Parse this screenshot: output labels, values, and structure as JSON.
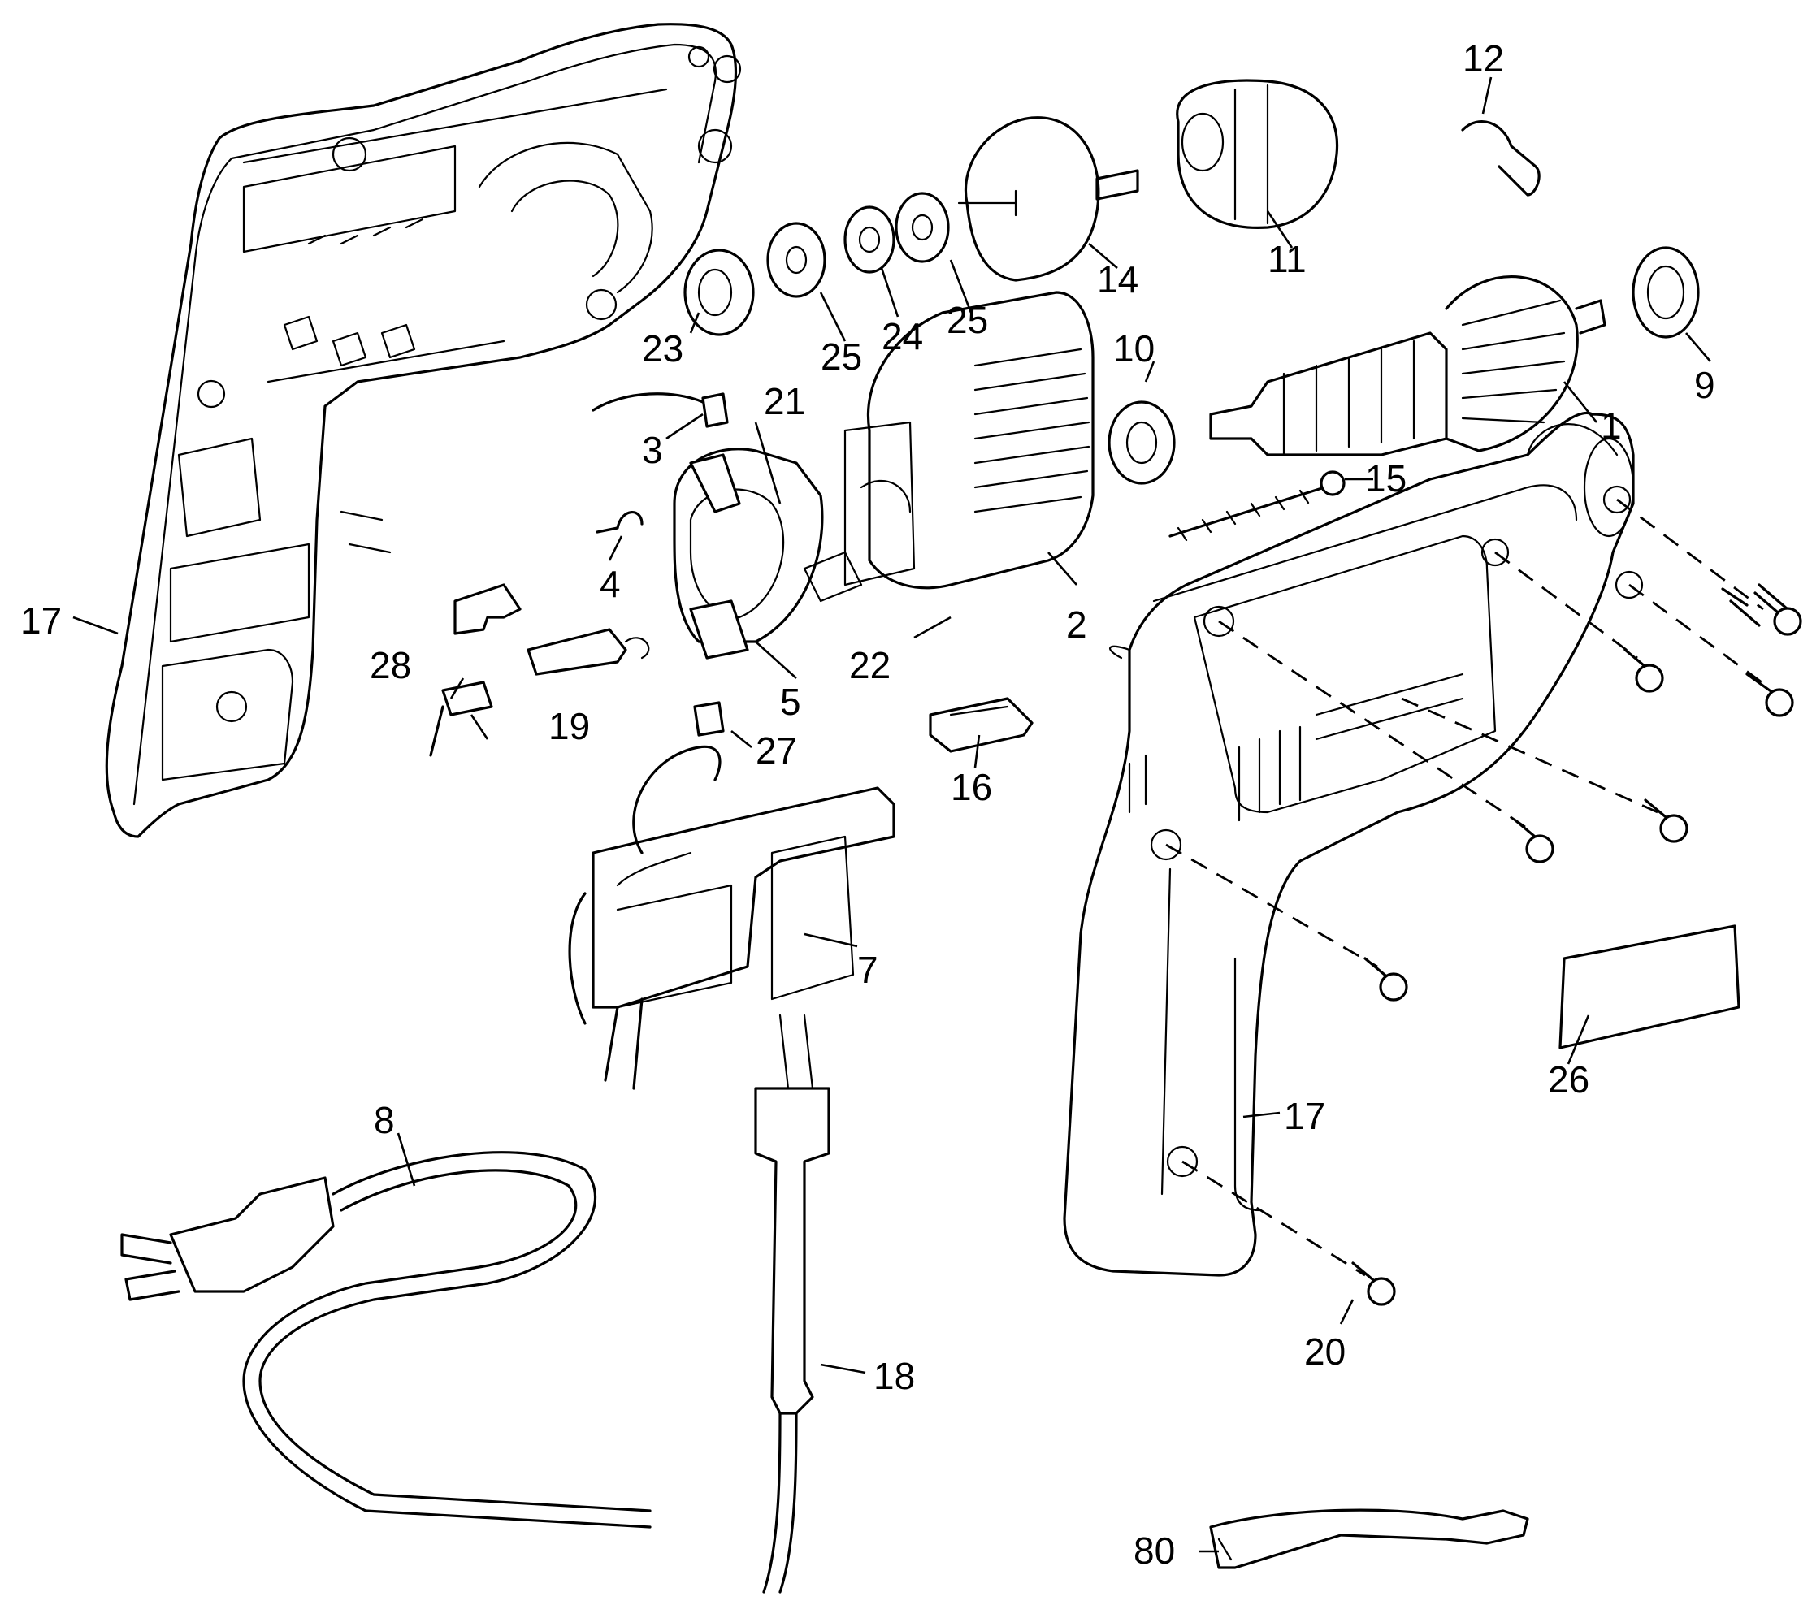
{
  "diagram": {
    "colors": {
      "ink": "#000000",
      "paper": "#ffffff"
    },
    "part_labels": [
      "1",
      "2",
      "3",
      "4",
      "5",
      "7",
      "8",
      "9",
      "10",
      "11",
      "12",
      "14",
      "15",
      "16",
      "17",
      "17",
      "18",
      "19",
      "20",
      "21",
      "22",
      "23",
      "24",
      "25",
      "25",
      "26",
      "27",
      "28",
      "80"
    ]
  }
}
